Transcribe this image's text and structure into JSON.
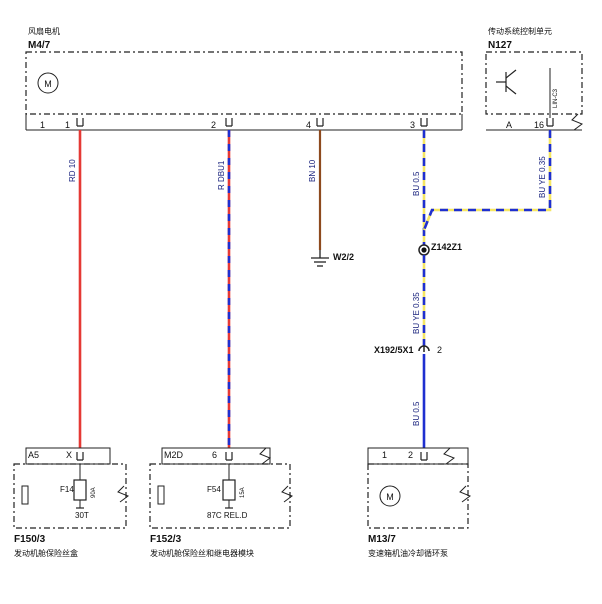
{
  "components": {
    "fan_motor": {
      "id": "M4/7",
      "desc": "风扇电机",
      "symbol": "M",
      "pins": [
        "1",
        "1",
        "2",
        "4",
        "3"
      ]
    },
    "tcu": {
      "id": "N127",
      "desc": "传动系统控制单元",
      "pins": [
        "A",
        "16"
      ],
      "bus_label": "LIN-C3"
    },
    "fuse_box_f150": {
      "id": "F150/3",
      "desc": "发动机舱保险丝盒",
      "connector": "A5",
      "pin": "X",
      "fuse": "F14",
      "rating": "90A",
      "terminal": "30T"
    },
    "fuse_box_f152": {
      "id": "F152/3",
      "desc": "发动机舱保险丝和继电器模块",
      "connector": "M2D",
      "pin": "6",
      "fuse": "F54",
      "rating": "15A",
      "terminal": "87C REL.D"
    },
    "cooler_pump": {
      "id": "M13/7",
      "desc": "变速箱机油冷却循环泵",
      "symbol": "M",
      "pins": [
        "1",
        "2"
      ]
    }
  },
  "wires": {
    "w1": "RD 10",
    "w2": "R DBU1",
    "w3": "BN 10",
    "w4": "BU 0.5",
    "w5": "BU YE 0.35",
    "w6": "BU YE 0.35",
    "w7": "BU 0.5"
  },
  "ground": "W2/2",
  "splice": "Z142Z1",
  "connector_x192": {
    "id": "X192/5X1",
    "pin": "2"
  },
  "colors": {
    "red": "#e53935",
    "blue": "#1e2fd0",
    "yellow": "#f5e663",
    "brown": "#8d4a1e"
  }
}
